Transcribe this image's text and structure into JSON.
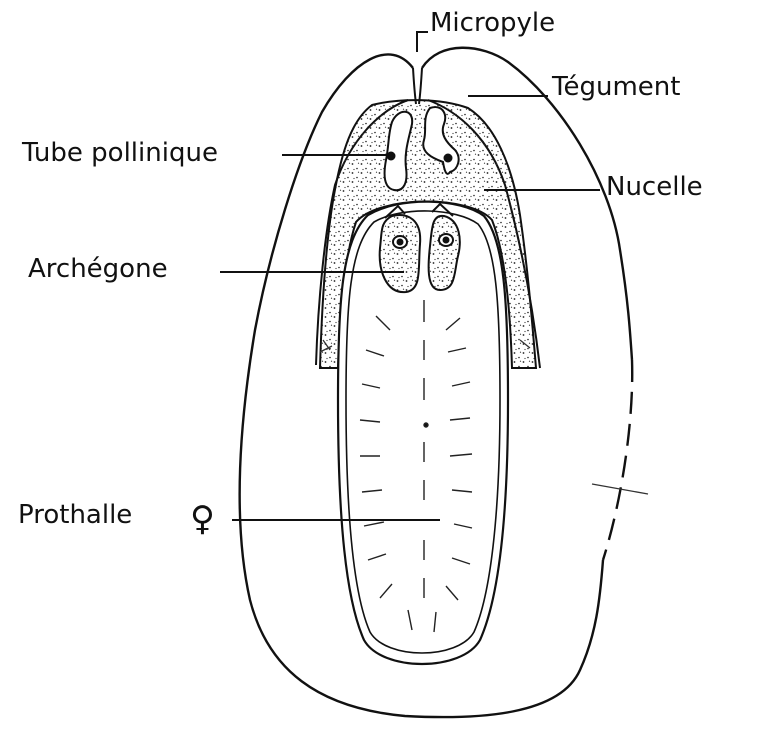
{
  "labels": {
    "micropyle": "Micropyle",
    "tegument": "Tégument",
    "tube_pollinique": "Tube pollinique",
    "nucelle": "Nucelle",
    "archegone": "Archégone",
    "prothalle": "Prothalle",
    "female_symbol": "♀"
  },
  "colors": {
    "ink": "#111111",
    "background": "#ffffff"
  }
}
